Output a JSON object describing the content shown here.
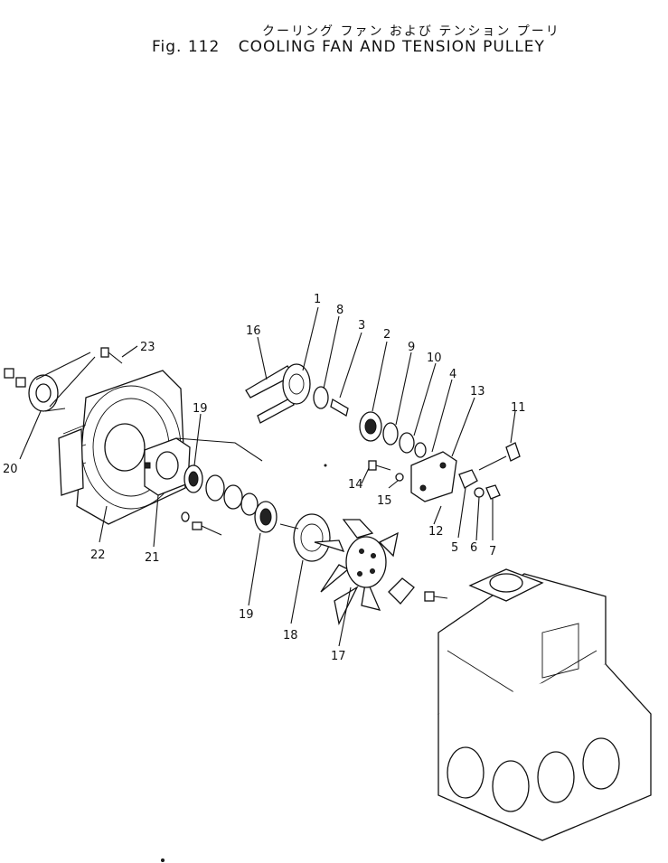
{
  "title": {
    "japanese": "クーリング ファン および テンション プーリ",
    "figure": "Fig. 112",
    "english": "COOLING FAN AND TENSION PULLEY"
  },
  "callouts": [
    "1",
    "2",
    "3",
    "4",
    "5",
    "6",
    "7",
    "8",
    "9",
    "10",
    "11",
    "12",
    "13",
    "14",
    "15",
    "16",
    "17",
    "18",
    "19",
    "19",
    "20",
    "21",
    "22",
    "23"
  ]
}
